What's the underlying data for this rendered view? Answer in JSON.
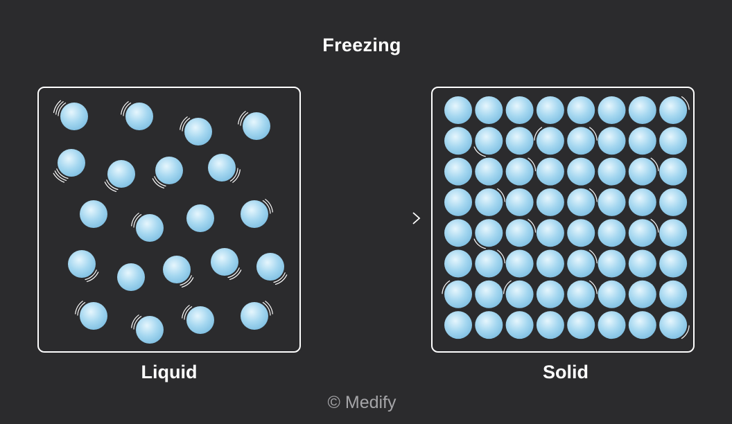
{
  "title": "Freezing",
  "states": {
    "liquid": {
      "label": "Liquid"
    },
    "solid": {
      "label": "Solid"
    }
  },
  "copyright": "© Medify",
  "colors": {
    "background": "#2b2b2d",
    "outline": "#ffffff",
    "particle_light": "#e6f6fd",
    "particle_mid": "#a5d7f0",
    "particle_dark": "#7fbfe2",
    "copyright_text": "#a5a5a8"
  },
  "icons": {
    "transition_arrow": "arrow-right-icon",
    "motion_lines": "motion-arc-icon"
  },
  "particles": {
    "liquid_count": 21,
    "solid_rows": 8,
    "solid_cols": 8
  }
}
